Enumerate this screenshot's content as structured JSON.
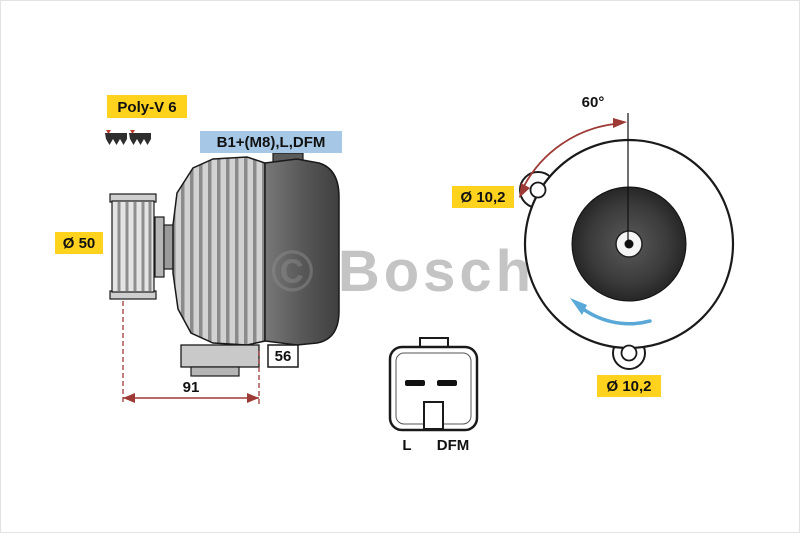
{
  "watermark": {
    "text": "© Bosch"
  },
  "side_view": {
    "belt_label": "Poly-V 6",
    "terminal_label": "B1+(M8),L,DFM",
    "pulley_diameter": "Ø 50",
    "dim_rear_width": "56",
    "dim_length": "91"
  },
  "rear_view": {
    "angle_label": "60°",
    "hole_top_label": "Ø 10,2",
    "hole_bottom_label": "Ø 10,2"
  },
  "connector": {
    "pin_left_label": "L",
    "pin_right_label": "DFM"
  },
  "colors": {
    "highlight_yellow": "#ffd21e",
    "highlight_blue": "#a6c8e6",
    "dimension_red": "#9e3a36",
    "rotation_blue": "#5aa8d8"
  }
}
